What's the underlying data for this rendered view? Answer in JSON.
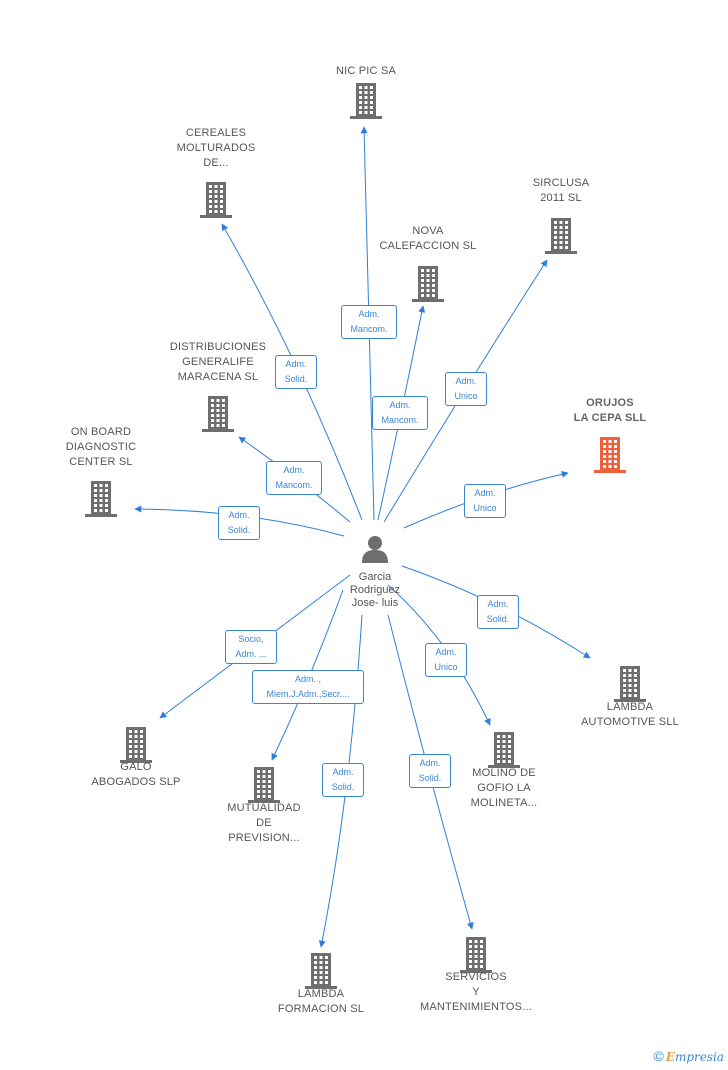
{
  "person": {
    "name": "Garcia\nRodriguez\nJose- luis",
    "icon": "person-icon"
  },
  "companies": [
    {
      "id": "nic-pic",
      "name": "NIC PIC SA",
      "highlight": false
    },
    {
      "id": "cereales",
      "name": "CEREALES\nMOLTURADOS\nDE...",
      "highlight": false
    },
    {
      "id": "sirclusa",
      "name": "SIRCLUSA\n2011 SL",
      "highlight": false
    },
    {
      "id": "nova",
      "name": "NOVA\nCALEFACCION SL",
      "highlight": false
    },
    {
      "id": "distribuciones",
      "name": "DISTRIBUCIONES\nGENERALIFE\nMARACENA SL",
      "highlight": false
    },
    {
      "id": "orujos",
      "name": "ORUJOS\nLA CEPA SLL",
      "highlight": true
    },
    {
      "id": "onboard",
      "name": "ON BOARD\nDIAGNOSTIC\nCENTER SL",
      "highlight": false
    },
    {
      "id": "lambda-auto",
      "name": "LAMBDA\nAUTOMOTIVE SLL",
      "highlight": false
    },
    {
      "id": "galo",
      "name": "GALO\nABOGADOS SLP",
      "highlight": false
    },
    {
      "id": "mutualidad",
      "name": "MUTUALIDAD\nDE\nPREVISION...",
      "highlight": false
    },
    {
      "id": "molino",
      "name": "MOLINO DE\nGOFIO LA\nMOLINETA...",
      "highlight": false
    },
    {
      "id": "lambda-form",
      "name": "LAMBDA\nFORMACION SL",
      "highlight": false
    },
    {
      "id": "servicios",
      "name": "SERVICIOS\nY\nMANTENIMIENTOS...",
      "highlight": false
    }
  ],
  "roles": [
    {
      "to": "nic-pic",
      "label": "Adm.\nMancom."
    },
    {
      "to": "cereales",
      "label": "Adm.\nSolid."
    },
    {
      "to": "nova",
      "label": "Adm.\nMancom."
    },
    {
      "to": "sirclusa",
      "label": "Adm.\nUnico"
    },
    {
      "to": "distribuciones",
      "label": "Adm.\nMancom."
    },
    {
      "to": "orujos",
      "label": "Adm.\nUnico"
    },
    {
      "to": "onboard",
      "label": "Adm.\nSolid."
    },
    {
      "to": "lambda-auto",
      "label": "Adm.\nSolid."
    },
    {
      "to": "galo",
      "label": "Socio,\nAdm. ..."
    },
    {
      "to": "mutualidad",
      "label": "Adm. ,\nMiem.J.Adm.,Secr...."
    },
    {
      "to": "molino",
      "label": "Adm.\nUnico"
    },
    {
      "to": "lambda-form",
      "label": "Adm.\nSolid."
    },
    {
      "to": "servicios",
      "label": "Adm.\nSolid."
    }
  ],
  "colors": {
    "edge": "#2f7fd8",
    "building": "#6e6e6e",
    "highlight": "#f0603a",
    "role_border": "#3a86d6"
  },
  "footer": {
    "copyright": "©",
    "brand_initial": "E",
    "brand_rest": "mpresia"
  }
}
